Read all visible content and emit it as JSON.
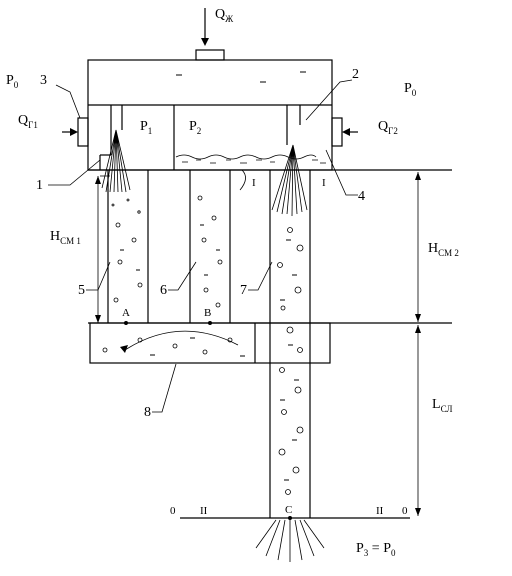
{
  "labels": {
    "q_liquid": "Q",
    "q_liquid_sub": "Ж",
    "p0_left": "P",
    "p0_left_sub": "0",
    "p0_right": "P",
    "p0_right_sub": "0",
    "qg1": "Q",
    "qg1_sub": "Г1",
    "qg2": "Q",
    "qg2_sub": "Г2",
    "p1": "P",
    "p1_sub": "1",
    "p2": "P",
    "p2_sub": "2",
    "hcm1": "H",
    "hcm1_sub": "СМ 1",
    "hcm2": "H",
    "hcm2_sub": "СМ 2",
    "lsl": "L",
    "lsl_sub": "СЛ",
    "p3": "P",
    "p3_sub": "3",
    "p3_eq": " = P",
    "p3_eq_sub": "0"
  },
  "numbers": [
    "1",
    "2",
    "3",
    "4",
    "5",
    "6",
    "7",
    "8"
  ],
  "points": {
    "a": "A",
    "b": "B",
    "c": "C"
  },
  "sections": {
    "i_left": "I",
    "i_right": "I",
    "ii_left": "II",
    "ii_right": "II"
  },
  "zero_marks": {
    "left": "0",
    "right": "0"
  }
}
